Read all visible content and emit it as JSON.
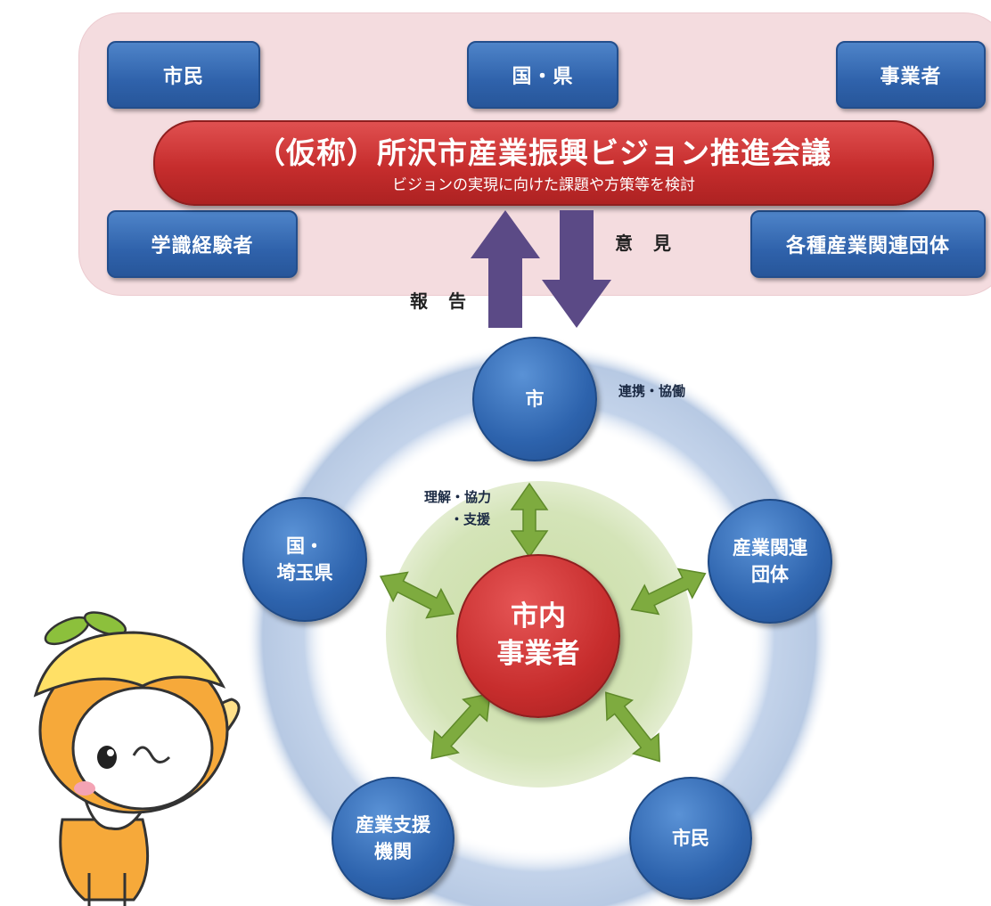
{
  "council": {
    "title": "（仮称）所沢市産業振興ビジョン推進会議",
    "subtitle": "ビジョンの実現に向けた課題や方策等を検討",
    "members": {
      "citizens": "市民",
      "national_prefecture": "国・県",
      "business_operators": "事業者",
      "academic_experts": "学識経験者",
      "industry_organizations": "各種産業関連団体"
    }
  },
  "arrows": {
    "report_label": "報 告",
    "opinion_label": "意 見"
  },
  "network": {
    "city": "市",
    "center": "市内\n事業者",
    "national_saitama": "国・\n埼玉県",
    "industry_groups": "産業関連\n団体",
    "support_orgs": "産業支援\n機関",
    "citizens": "市民",
    "label_cooperation": "連携・協働",
    "label_understanding_line1": "理解・協力",
    "label_understanding_line2": "・支援"
  },
  "colors": {
    "blue": "#2d63ad",
    "red": "#c62d2d",
    "green_arrow": "#7eab3f",
    "purple_arrow": "#5b4a86",
    "panel_pink": "#f4dcdf",
    "ring_blue": "#c6d4e8",
    "inner_green": "#d6e5bc"
  },
  "mascot": {
    "icon": "orange-mascot-character"
  }
}
